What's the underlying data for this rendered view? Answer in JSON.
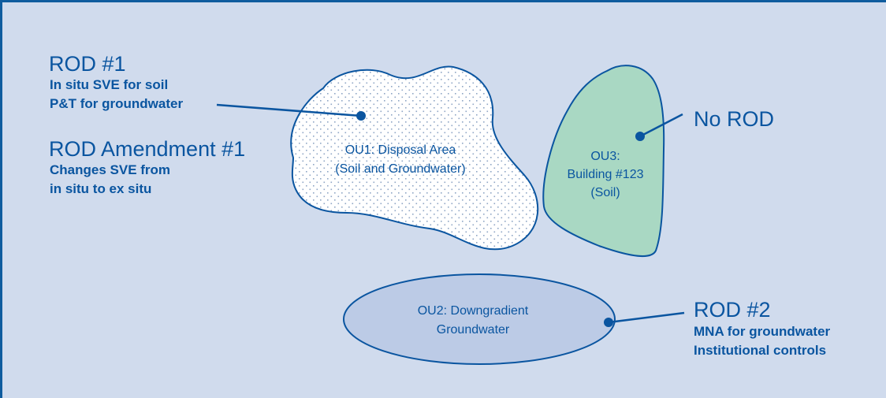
{
  "colors": {
    "background": "#d0dbed",
    "border": "#0f5c9e",
    "text": "#0a55a0",
    "ou3_fill": "#a9d8c3",
    "ou2_fill": "#bccbe6",
    "ou1_fill": "#ffffff",
    "ou1_pattern": "#8fa6c6"
  },
  "callouts": {
    "rod1": {
      "title": "ROD #1",
      "line1": "In situ SVE for soil",
      "line2": "P&T for groundwater"
    },
    "amendment1": {
      "title": "ROD Amendment #1",
      "line1": "Changes SVE from",
      "line2": "in situ to ex situ"
    },
    "norod": {
      "title": "No ROD"
    },
    "rod2": {
      "title": "ROD #2",
      "line1": "MNA for groundwater",
      "line2": "Institutional controls"
    }
  },
  "regions": {
    "ou1": {
      "line1": "OU1: Disposal Area",
      "line2": "(Soil and Groundwater)"
    },
    "ou3": {
      "line1": "OU3:",
      "line2": "Building #123",
      "line3": "(Soil)"
    },
    "ou2": {
      "line1": "OU2: Downgradient",
      "line2": "Groundwater"
    }
  }
}
